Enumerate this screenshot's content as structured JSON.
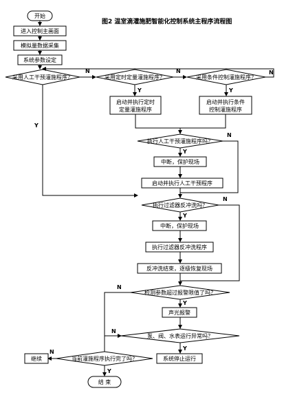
{
  "title": "图2  温室滴灌施肥智能化控制系统主程序流程图",
  "nodes": {
    "start": "开始",
    "enter_main": "进入控制主画面",
    "analog_collect": "模拟量数据采集",
    "sys_params": "系统参数设定",
    "d_manual": "采用人工干预灌施程序？",
    "d_timed": "采用定时定量灌施程序？",
    "d_cond": "采用条件控制灌施程序？",
    "timed_run_1": "启动并执行定时",
    "timed_run_2": "定量灌施程序",
    "cond_run_1": "启动并执行条件",
    "cond_run_2": "控制灌施程序",
    "d_exec_manual": "执行人工干预灌施程序吗？",
    "interrupt_1": "中断，保护现场",
    "start_manual": "启动并执行人工干预程序",
    "d_filter": "执行过滤器反冲洗吗？",
    "interrupt_2": "中断，保护现场",
    "filter_run": "执行过滤器反冲洗程序",
    "backwash_end": "反冲洗结束，逐级恢复现场",
    "d_alarm": "检测参数超过报警限值了吗？",
    "sound_light": "声光报警",
    "d_pump": "泵、阀、水表运行异常吗？",
    "continue": "继续",
    "d_done": "当前灌施程序执行完了吗？",
    "stop": "系统停止运行",
    "end": "结  束"
  },
  "edge_labels": {
    "yes": "Y",
    "no": "N"
  }
}
